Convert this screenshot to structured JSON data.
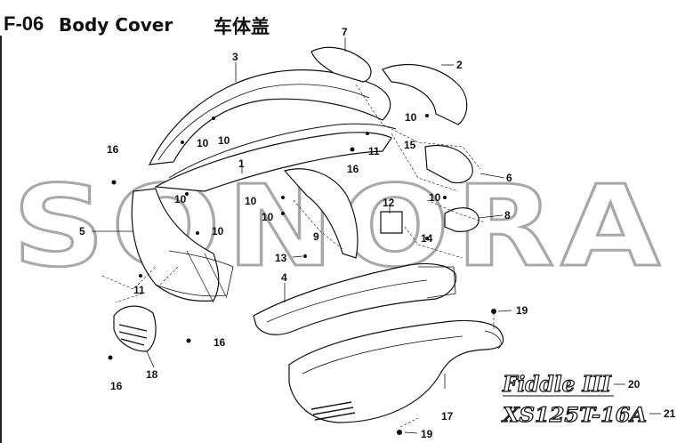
{
  "header": {
    "code": "F-06",
    "name": "Body Cover",
    "name_cn": "车体盖"
  },
  "watermark": "SONORA",
  "model_logo": "Fiddle III",
  "model_code": "XS125T-16A",
  "callouts": [
    {
      "id": "c1",
      "label": "1"
    },
    {
      "id": "c2",
      "label": "2"
    },
    {
      "id": "c3",
      "label": "3"
    },
    {
      "id": "c4",
      "label": "4"
    },
    {
      "id": "c5",
      "label": "5"
    },
    {
      "id": "c6",
      "label": "6"
    },
    {
      "id": "c7",
      "label": "7"
    },
    {
      "id": "c8",
      "label": "8"
    },
    {
      "id": "c9",
      "label": "9"
    },
    {
      "id": "c10a",
      "label": "10"
    },
    {
      "id": "c10b",
      "label": "10"
    },
    {
      "id": "c10c",
      "label": "10"
    },
    {
      "id": "c10d",
      "label": "10"
    },
    {
      "id": "c10e",
      "label": "10"
    },
    {
      "id": "c10f",
      "label": "10"
    },
    {
      "id": "c10g",
      "label": "10"
    },
    {
      "id": "c10h",
      "label": "10"
    },
    {
      "id": "c11a",
      "label": "11"
    },
    {
      "id": "c11b",
      "label": "11"
    },
    {
      "id": "c12",
      "label": "12"
    },
    {
      "id": "c13",
      "label": "13"
    },
    {
      "id": "c14",
      "label": "14"
    },
    {
      "id": "c15",
      "label": "15"
    },
    {
      "id": "c16a",
      "label": "16"
    },
    {
      "id": "c16b",
      "label": "16"
    },
    {
      "id": "c16c",
      "label": "16"
    },
    {
      "id": "c16d",
      "label": "16"
    },
    {
      "id": "c17",
      "label": "17"
    },
    {
      "id": "c18",
      "label": "18"
    },
    {
      "id": "c19a",
      "label": "19"
    },
    {
      "id": "c19b",
      "label": "19"
    },
    {
      "id": "c20",
      "label": "20"
    },
    {
      "id": "c21",
      "label": "21"
    }
  ]
}
